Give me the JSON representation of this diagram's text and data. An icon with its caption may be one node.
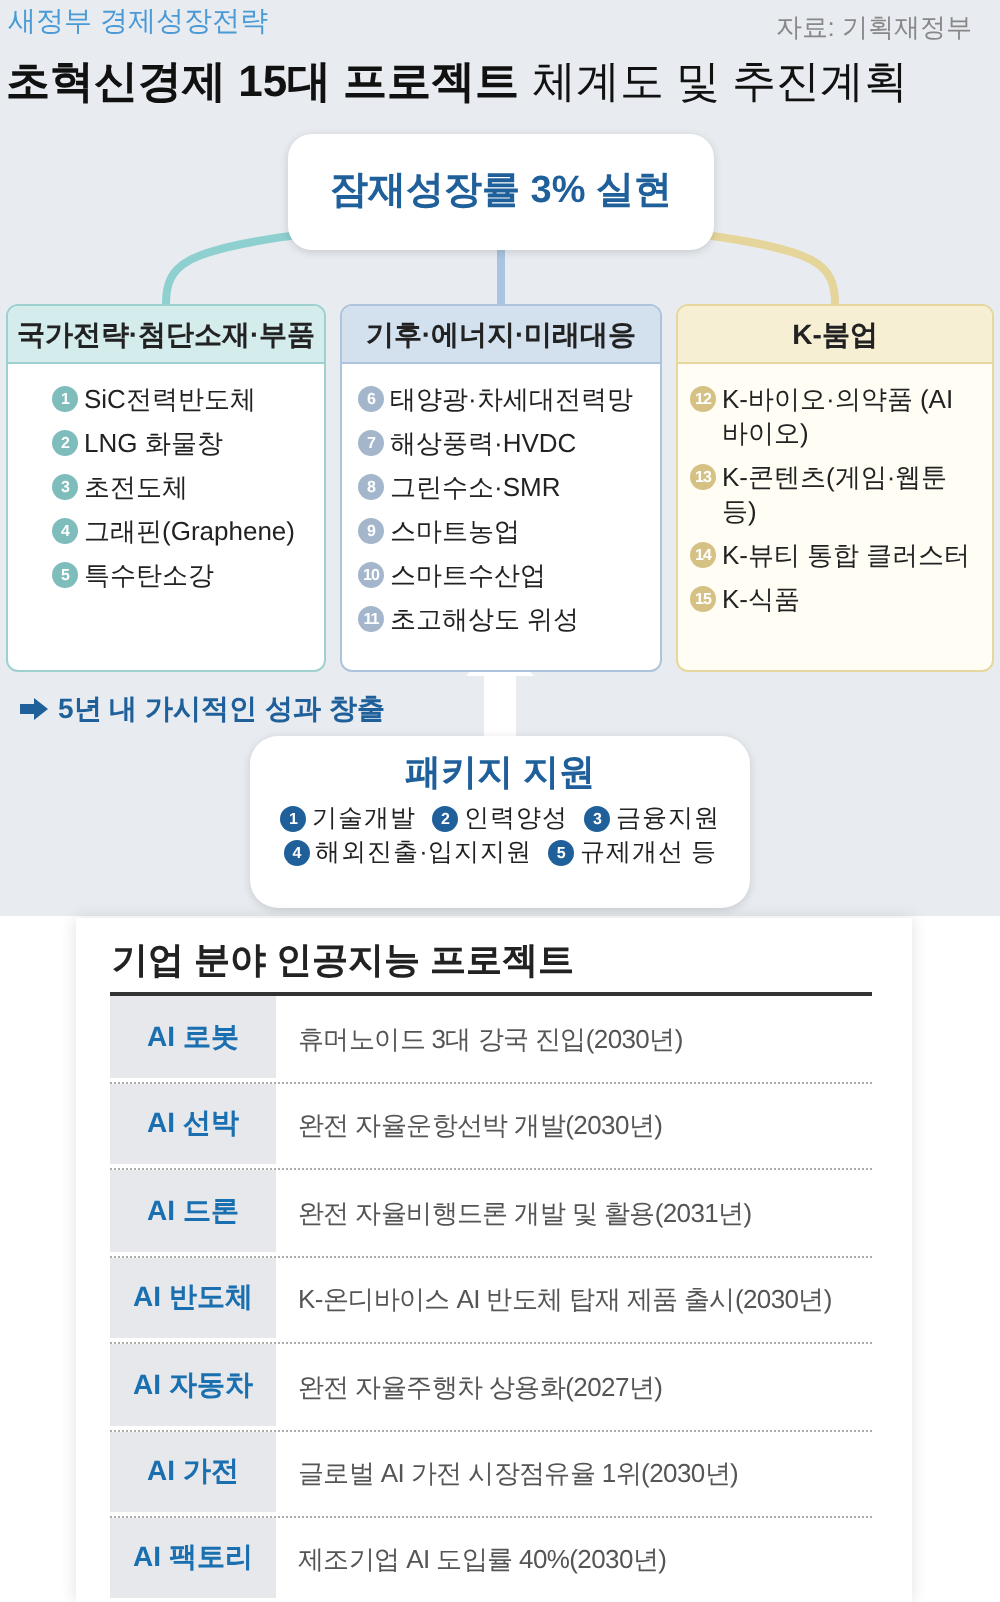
{
  "diagram": {
    "title": "**초혁신경제 15대 프로젝트** 체계도 및 추진계획",
    "nodes": [
      {
        "text": [
          "잠재성장률 3% 실현"
        ]
      },
      {
        "text": [
          "국가전략·첨단소재·부품",
          "1",
          "SiC전력반도체",
          "2",
          "LNG 화물창",
          "3",
          "초전도체",
          "4",
          "그래핀(Graphene)",
          "5",
          "특수탄소강"
        ]
      },
      {
        "text": [
          "기후·에너지·미래대응",
          "6",
          "태양광·차세대전력망",
          "7",
          "해상풍력·HVDC",
          "8",
          "그린수소·SMR",
          "9",
          "스마트농업",
          "10",
          "스마트수산업",
          "11",
          "초고해상도 위성"
        ]
      },
      {
        "text": [
          "K-붐업",
          "12",
          "K-바이오·의약품 (AI 바이오)",
          "13",
          "K-콘텐츠(게임·웹툰 등)",
          "14",
          "K-뷰티 통합 클러스터",
          "15",
          "K-식품"
        ]
      },
      {
        "text": [
          "패키지 지원",
          "1",
          "기술개발",
          "2",
          "인력양성",
          "3",
          "금융지원",
          "4",
          "해외진출·입지지원",
          "5",
          "규제개선 등"
        ]
      }
    ],
    "edges": [
      {
        "from": 0,
        "to": 1,
        "arrow": "none",
        "color": "#8ecfcf"
      },
      {
        "from": 0,
        "to": 2,
        "arrow": "none",
        "color": "#a9c4e0"
      },
      {
        "from": 0,
        "to": 3,
        "arrow": "none",
        "color": "#e5d59a"
      },
      {
        "from": 4,
        "to": 2,
        "arrow": "to",
        "style": "thick",
        "color": "#ffffff"
      }
    ],
    "labels": [
      "새정부 경제성장전략",
      "자료: 기획재정부",
      "5년 내 가시적인 성과 창출",
      "기업 분야 인공지능 프로젝트",
      "AI 로봇",
      "휴머노이드 3대 강국 진입(2030년)",
      "AI 선박",
      "완전 자율운항선박 개발(2030년)",
      "AI 드론",
      "완전 자율비행드론 개발 및 활용(2031년)",
      "AI 반도체",
      "K-온디바이스 AI 반도체 탑재 제품 출시(2030년)",
      "AI 자동차",
      "완전 자율주행차 상용화(2027년)",
      "AI 가전",
      "글로벌 AI 가전 시장점유율 1위(2030년)",
      "AI 팩토리",
      "제조기업 AI 도입률 40%(2030년)"
    ]
  }
}
